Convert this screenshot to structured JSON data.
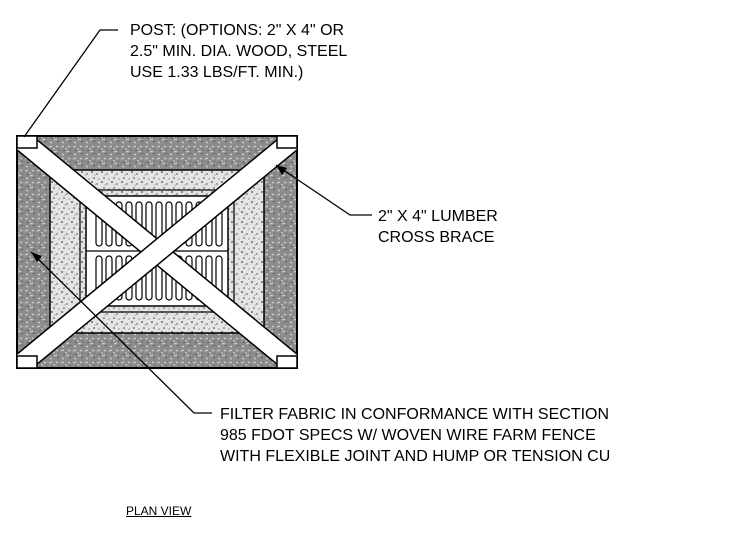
{
  "notes": {
    "post": [
      "POST: (OPTIONS: 2\" X 4\" OR",
      "2.5\" MIN. DIA. WOOD, STEEL",
      "USE 1.33 LBS/FT. MIN.)"
    ],
    "brace": [
      "2\" X 4\" LUMBER",
      "CROSS BRACE"
    ],
    "fabric": [
      "FILTER FABRIC IN CONFORMANCE WITH SECTION",
      "985 FDOT SPECS W/ WOVEN WIRE FARM FENCE",
      "WITH FLEXIBLE JOINT AND HUMP OR TENSION CU"
    ]
  },
  "view_title": "PLAN VIEW",
  "colors": {
    "line": "#000000",
    "fabric_fill": "#8c8c8c",
    "gravel_fill": "#e4e4e4",
    "brace_fill": "#ffffff"
  }
}
